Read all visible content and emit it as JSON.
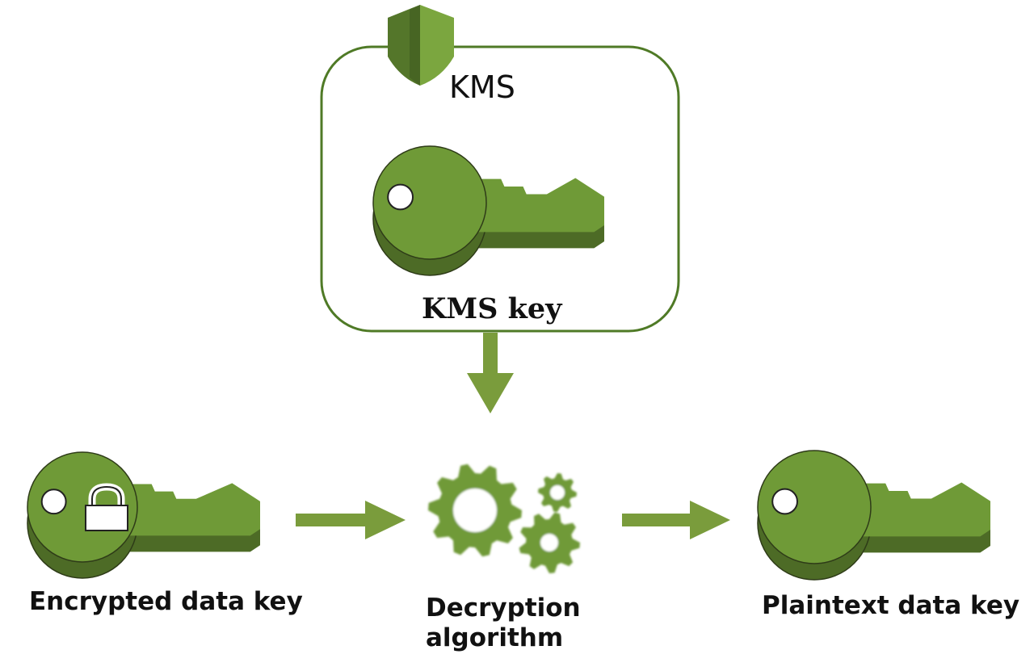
{
  "kms": {
    "title": "KMS",
    "key_label": "KMS key"
  },
  "encrypted_key": {
    "label": "Encrypted data key"
  },
  "decryption": {
    "label_line1": "Decryption",
    "label_line2": "algorithm"
  },
  "plaintext_key": {
    "label": "Plaintext data key"
  },
  "colors": {
    "green": "#6f9a37",
    "dark_green": "#4d6b26",
    "mid_green": "#5d8430",
    "outline": "#4f7a26",
    "arrow": "#7a9c3c"
  },
  "icons": [
    "kms-shield-icon",
    "kms-key-icon",
    "encrypted-key-icon",
    "lock-icon",
    "gears-icon",
    "plaintext-key-icon"
  ]
}
